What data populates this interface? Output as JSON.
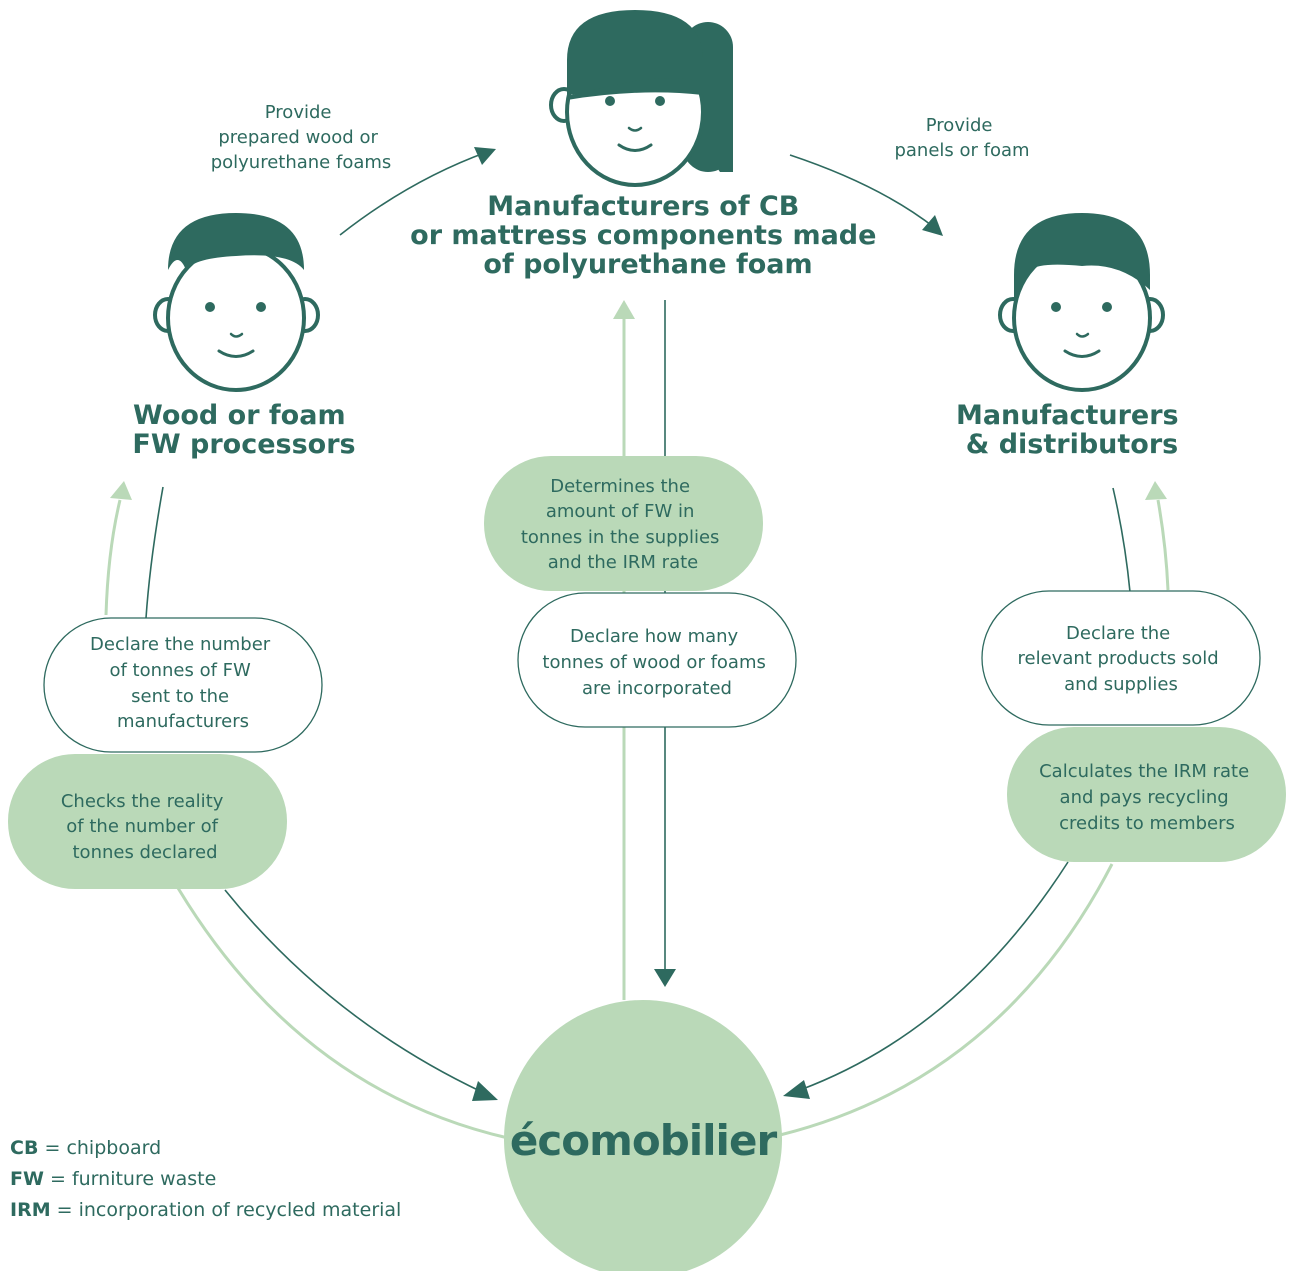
{
  "colors": {
    "dark": "#2e6a5f",
    "light": "#bad9b8",
    "background": "#ffffff"
  },
  "actors": {
    "center": {
      "icon": "woman-face-icon",
      "title": [
        "Manufacturers of CB",
        "or mattress components made",
        "of polyurethane foam"
      ]
    },
    "left": {
      "icon": "man-face-icon",
      "title": [
        "Wood or foam",
        "FW processors"
      ]
    },
    "right": {
      "icon": "man-face-icon",
      "title": [
        "Manufacturers",
        "& distributors"
      ]
    }
  },
  "flows": {
    "left_to_center": [
      "Provide",
      "prepared wood or",
      "polyurethane foams"
    ],
    "center_to_right": [
      "Provide",
      "panels or foam"
    ]
  },
  "boxes": {
    "left_declare": [
      "Declare the number",
      "of tonnes of FW",
      "sent to the",
      "manufacturers"
    ],
    "left_check": [
      "Checks the reality",
      "of the number of",
      "tonnes declared"
    ],
    "center_determine": [
      "Determines the",
      "amount of FW in",
      "tonnes in the supplies",
      "and the IRM rate"
    ],
    "center_declare": [
      "Declare how many",
      "tonnes of wood or foams",
      "are incorporated"
    ],
    "right_declare": [
      "Declare the",
      "relevant products sold",
      "and supplies"
    ],
    "right_calc": [
      "Calculates the IRM rate",
      "and pays recycling",
      "credits to members"
    ]
  },
  "hub": {
    "logo_text": "écomobilier"
  },
  "legend": [
    {
      "abbr": "CB",
      "sep": " = ",
      "text": "chipboard"
    },
    {
      "abbr": "FW",
      "sep": " = ",
      "text": "furniture waste"
    },
    {
      "abbr": "IRM",
      "sep": " = ",
      "text": "incorporation of recycled material"
    }
  ]
}
